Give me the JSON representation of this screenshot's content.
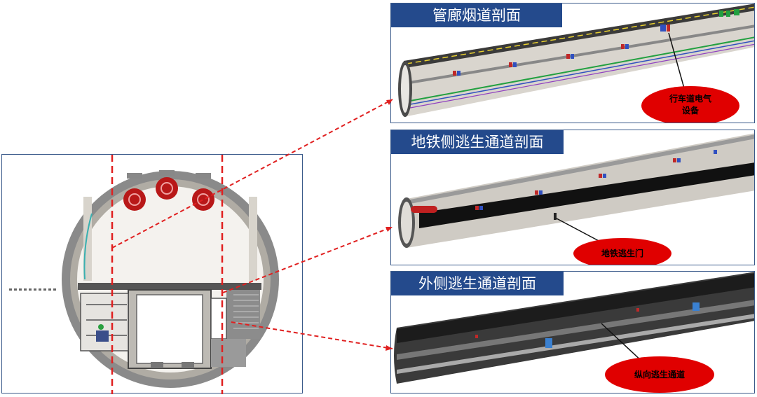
{
  "panels": [
    {
      "title": "管廊烟道剖面",
      "callout_lines": [
        "行车道电气",
        "设备"
      ]
    },
    {
      "title": "地铁侧逃生通道剖面",
      "callout_lines": [
        "地铁逃生门"
      ]
    },
    {
      "title": "外侧逃生通道剖面",
      "callout_lines": [
        "纵向逃生通道"
      ]
    }
  ],
  "colors": {
    "title_bg": "#244a8c",
    "title_text": "#ffffff",
    "frame_border": "#3a5a8a",
    "callout_fill": "#e00000",
    "dashed_line": "#e02020",
    "fan_red": "#b81818"
  }
}
